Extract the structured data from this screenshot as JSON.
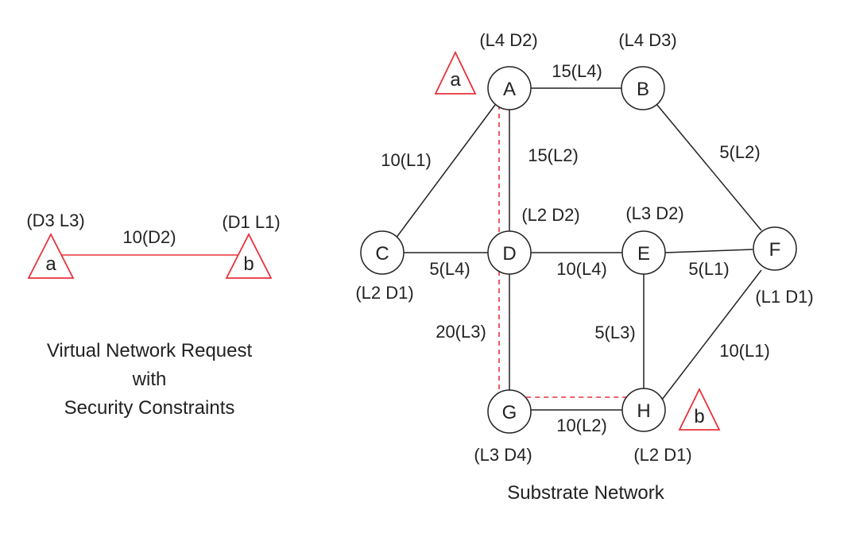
{
  "virtual_network": {
    "caption_lines": [
      "Virtual Network Request",
      "with",
      "Security Constraints"
    ],
    "nodes": [
      {
        "id": "a",
        "label": "a",
        "attr": "(D3 L3)"
      },
      {
        "id": "b",
        "label": "b",
        "attr": "(D1 L1)"
      }
    ],
    "link": {
      "label": "10(D2)"
    }
  },
  "substrate_network": {
    "caption": "Substrate Network",
    "nodes": [
      {
        "id": "A",
        "label": "A",
        "attr": "(L4 D2)"
      },
      {
        "id": "B",
        "label": "B",
        "attr": "(L4 D3)"
      },
      {
        "id": "C",
        "label": "C",
        "attr": "(L2 D1)"
      },
      {
        "id": "D",
        "label": "D",
        "attr": "(L2 D2)"
      },
      {
        "id": "E",
        "label": "E",
        "attr": "(L3 D2)"
      },
      {
        "id": "F",
        "label": "F",
        "attr": "(L1 D1)"
      },
      {
        "id": "G",
        "label": "G",
        "attr": "(L3 D4)"
      },
      {
        "id": "H",
        "label": "H",
        "attr": "(L2 D1)"
      }
    ],
    "edges": [
      {
        "from": "A",
        "to": "B",
        "label": "15(L4)"
      },
      {
        "from": "A",
        "to": "C",
        "label": "10(L1)"
      },
      {
        "from": "A",
        "to": "D",
        "label": "15(L2)"
      },
      {
        "from": "B",
        "to": "F",
        "label": "5(L2)"
      },
      {
        "from": "C",
        "to": "D",
        "label": "5(L4)"
      },
      {
        "from": "D",
        "to": "E",
        "label": "10(L4)"
      },
      {
        "from": "E",
        "to": "F",
        "label": "5(L1)"
      },
      {
        "from": "D",
        "to": "G",
        "label": "20(L3)"
      },
      {
        "from": "E",
        "to": "H",
        "label": "5(L3)"
      },
      {
        "from": "F",
        "to": "H",
        "label": "10(L1)"
      },
      {
        "from": "G",
        "to": "H",
        "label": "10(L2)"
      }
    ],
    "mapped_markers": [
      {
        "label": "a",
        "host": "A"
      },
      {
        "label": "b",
        "host": "H"
      }
    ]
  },
  "colors": {
    "virtual": "#e8323c",
    "line": "#222222",
    "text": "#222222"
  }
}
